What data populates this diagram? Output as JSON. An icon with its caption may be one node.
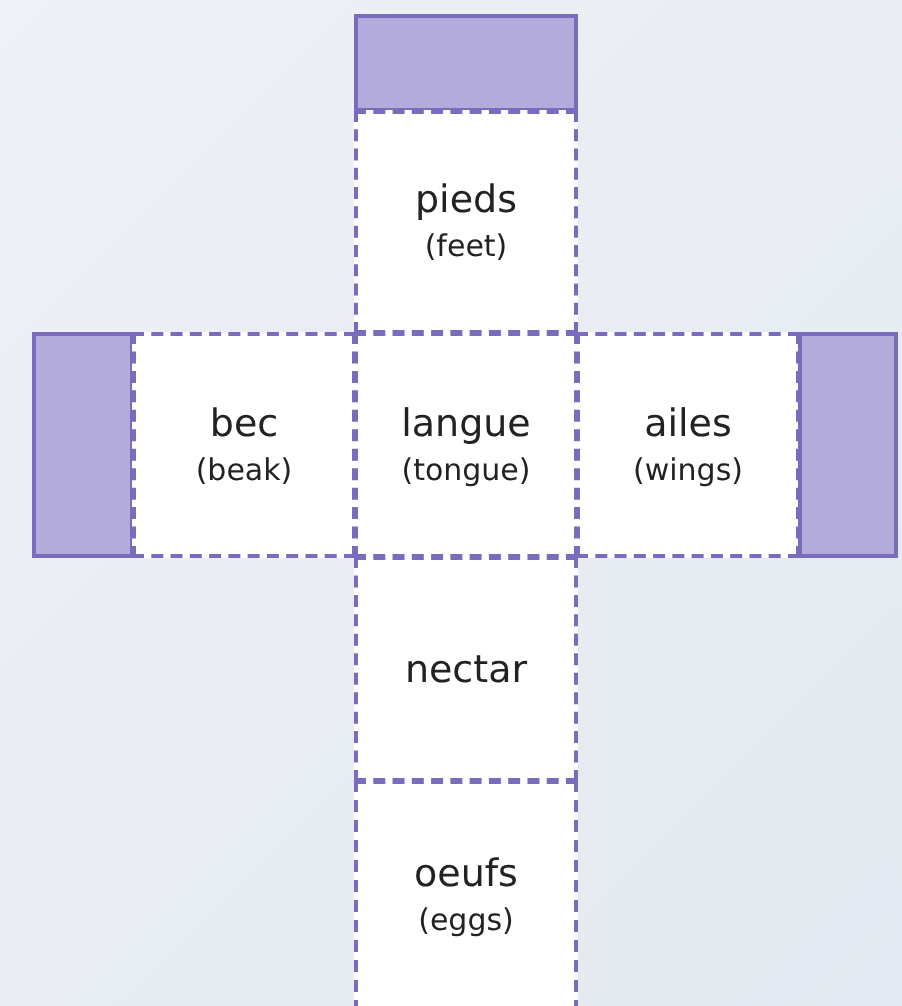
{
  "diagram": {
    "nodes": [
      {
        "text": [],
        "shape": "box"
      },
      {
        "text": [
          "pieds",
          "(feet)"
        ]
      },
      {
        "text": [],
        "shape": "box"
      },
      {
        "text": [
          "bec",
          "(beak)"
        ]
      },
      {
        "text": [
          "langue",
          "(tongue)"
        ]
      },
      {
        "text": [
          "ailes",
          "(wings)"
        ]
      },
      {
        "text": [],
        "shape": "box"
      },
      {
        "text": [
          "nectar"
        ]
      },
      {
        "text": [
          "oeufs",
          "(eggs)"
        ]
      }
    ]
  }
}
